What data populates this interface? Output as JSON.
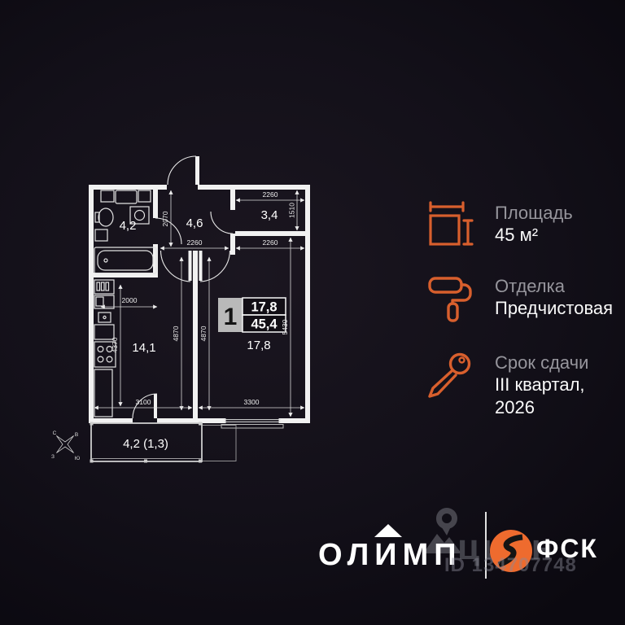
{
  "plan": {
    "rooms": {
      "bathroom": "4,2",
      "hallway": "4,6",
      "wardrobe": "3,4",
      "kitchen": "14,1",
      "living": "17,8",
      "balcony": "4,2 (1,3)"
    },
    "spec_badge": {
      "rooms": "1",
      "living_area": "17,8",
      "total_area": "45,4"
    },
    "dimensions": {
      "wardrobe_width": "2260",
      "wardrobe_height": "1510",
      "hall_height": "2070",
      "hall_width": "2260",
      "living_top_width": "2260",
      "bath_width": "2000",
      "kitchen_height": "4370",
      "kitchen_inner_height": "4870",
      "living_inner_height": "4870",
      "living_height": "5430",
      "kitchen_width": "3100",
      "living_width": "3300"
    },
    "compass": {
      "north": "С",
      "east": "В",
      "west": "З",
      "south": "Ю"
    }
  },
  "info_panel": {
    "accent_color": "#d85f2d",
    "items": [
      {
        "icon": "area-icon",
        "label": "Площадь",
        "value": "45 м²"
      },
      {
        "icon": "roller-icon",
        "label": "Отделка",
        "value": "Предчистовая"
      },
      {
        "icon": "key-icon",
        "label": "Срок сдачи",
        "value": "III квартал, 2026"
      }
    ]
  },
  "footer": {
    "developer_logo": "ОЛИМП",
    "brand_logo": "ФСК"
  },
  "watermark": {
    "brand": "циан",
    "listing_id": "ID 134707748"
  }
}
